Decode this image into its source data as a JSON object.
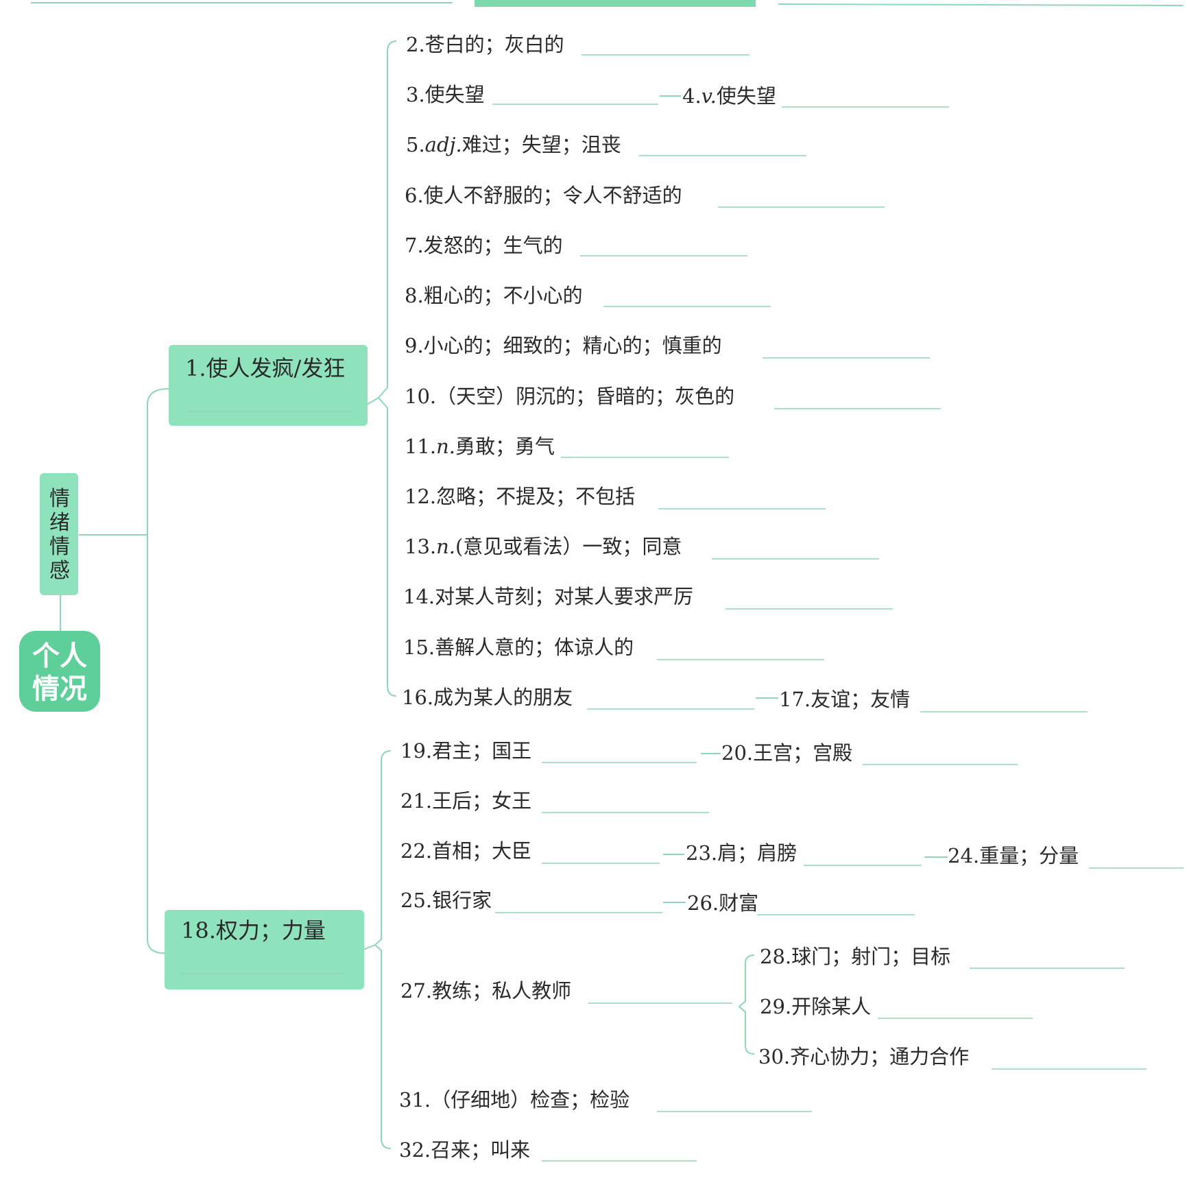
{
  "root": {
    "line1": "个人",
    "line2": "情况"
  },
  "category": {
    "chars": [
      "情",
      "绪",
      "情",
      "感"
    ]
  },
  "branches": [
    {
      "label": "1.使人发疯/发狂"
    },
    {
      "label": "18.权力；力量"
    }
  ],
  "items": {
    "i2": {
      "label": "2.苍白的；灰白的"
    },
    "i3": {
      "label": "3.使失望"
    },
    "i4": {
      "num": "4.",
      "pos": "v.",
      "rest": "使失望"
    },
    "i5": {
      "num": "5.",
      "pos": "adj.",
      "rest": "难过；失望；沮丧"
    },
    "i6": {
      "label": "6.使人不舒服的；令人不舒适的"
    },
    "i7": {
      "label": "7.发怒的；生气的"
    },
    "i8": {
      "label": "8.粗心的；不小心的"
    },
    "i9": {
      "label": "9.小心的；细致的；精心的；慎重的"
    },
    "i10": {
      "label": "10.（天空）阴沉的；昏暗的；灰色的"
    },
    "i11": {
      "num": "11.",
      "pos": "n.",
      "rest": "勇敢；勇气"
    },
    "i12": {
      "label": "12.忽略；不提及；不包括"
    },
    "i13": {
      "num": "13.",
      "pos": "n.",
      "rest": "(意见或看法）一致；同意"
    },
    "i14": {
      "label": "14.对某人苛刻；对某人要求严厉"
    },
    "i15": {
      "label": "15.善解人意的；体谅人的"
    },
    "i16": {
      "label": "16.成为某人的朋友"
    },
    "i17": {
      "label": "17.友谊；友情"
    },
    "i19": {
      "label": "19.君主；国王"
    },
    "i20": {
      "label": "20.王宫；宫殿"
    },
    "i21": {
      "label": "21.王后；女王"
    },
    "i22": {
      "label": "22.首相；大臣"
    },
    "i23": {
      "label": "23.肩；肩膀"
    },
    "i24": {
      "label": "24.重量；分量"
    },
    "i25": {
      "label": "25.银行家"
    },
    "i26": {
      "label": "26.财富"
    },
    "i27": {
      "label": "27.教练；私人教师"
    },
    "i28": {
      "label": "28.球门；射门；目标"
    },
    "i29": {
      "label": "29.开除某人"
    },
    "i30": {
      "label": "30.齐心协力；通力合作"
    },
    "i31": {
      "label": "31.（仔细地）检查；检验"
    },
    "i32": {
      "label": "32.召来；叫来"
    }
  },
  "colors": {
    "accent": "#5fcf9a",
    "box": "#8ee3bd",
    "line": "#8fd6b4",
    "text": "#2a2a2a"
  }
}
